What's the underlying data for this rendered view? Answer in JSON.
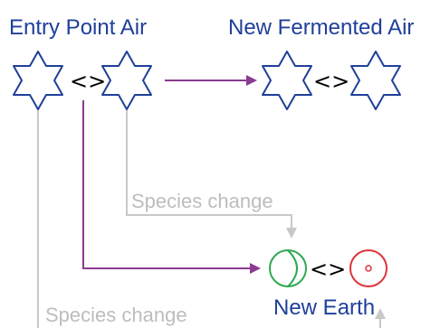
{
  "nodes": {
    "entry_point_air": {
      "label": "Entry Point Air",
      "link": "<>"
    },
    "new_fermented_air": {
      "label": "New Fermented Air",
      "link": "<>"
    },
    "new_earth": {
      "label": "New Earth",
      "link": "<>"
    }
  },
  "edges": {
    "species_change_1": {
      "label": "Species change"
    },
    "species_change_2": {
      "label": "Species change"
    }
  },
  "colors": {
    "title": "#1f3f99",
    "star_stroke": "#1f3f99",
    "arrow_purple": "#8b3b91",
    "arrow_gray": "#c8c8c8",
    "earth_green": "#2fa84f",
    "earth_red": "#e0333a"
  }
}
